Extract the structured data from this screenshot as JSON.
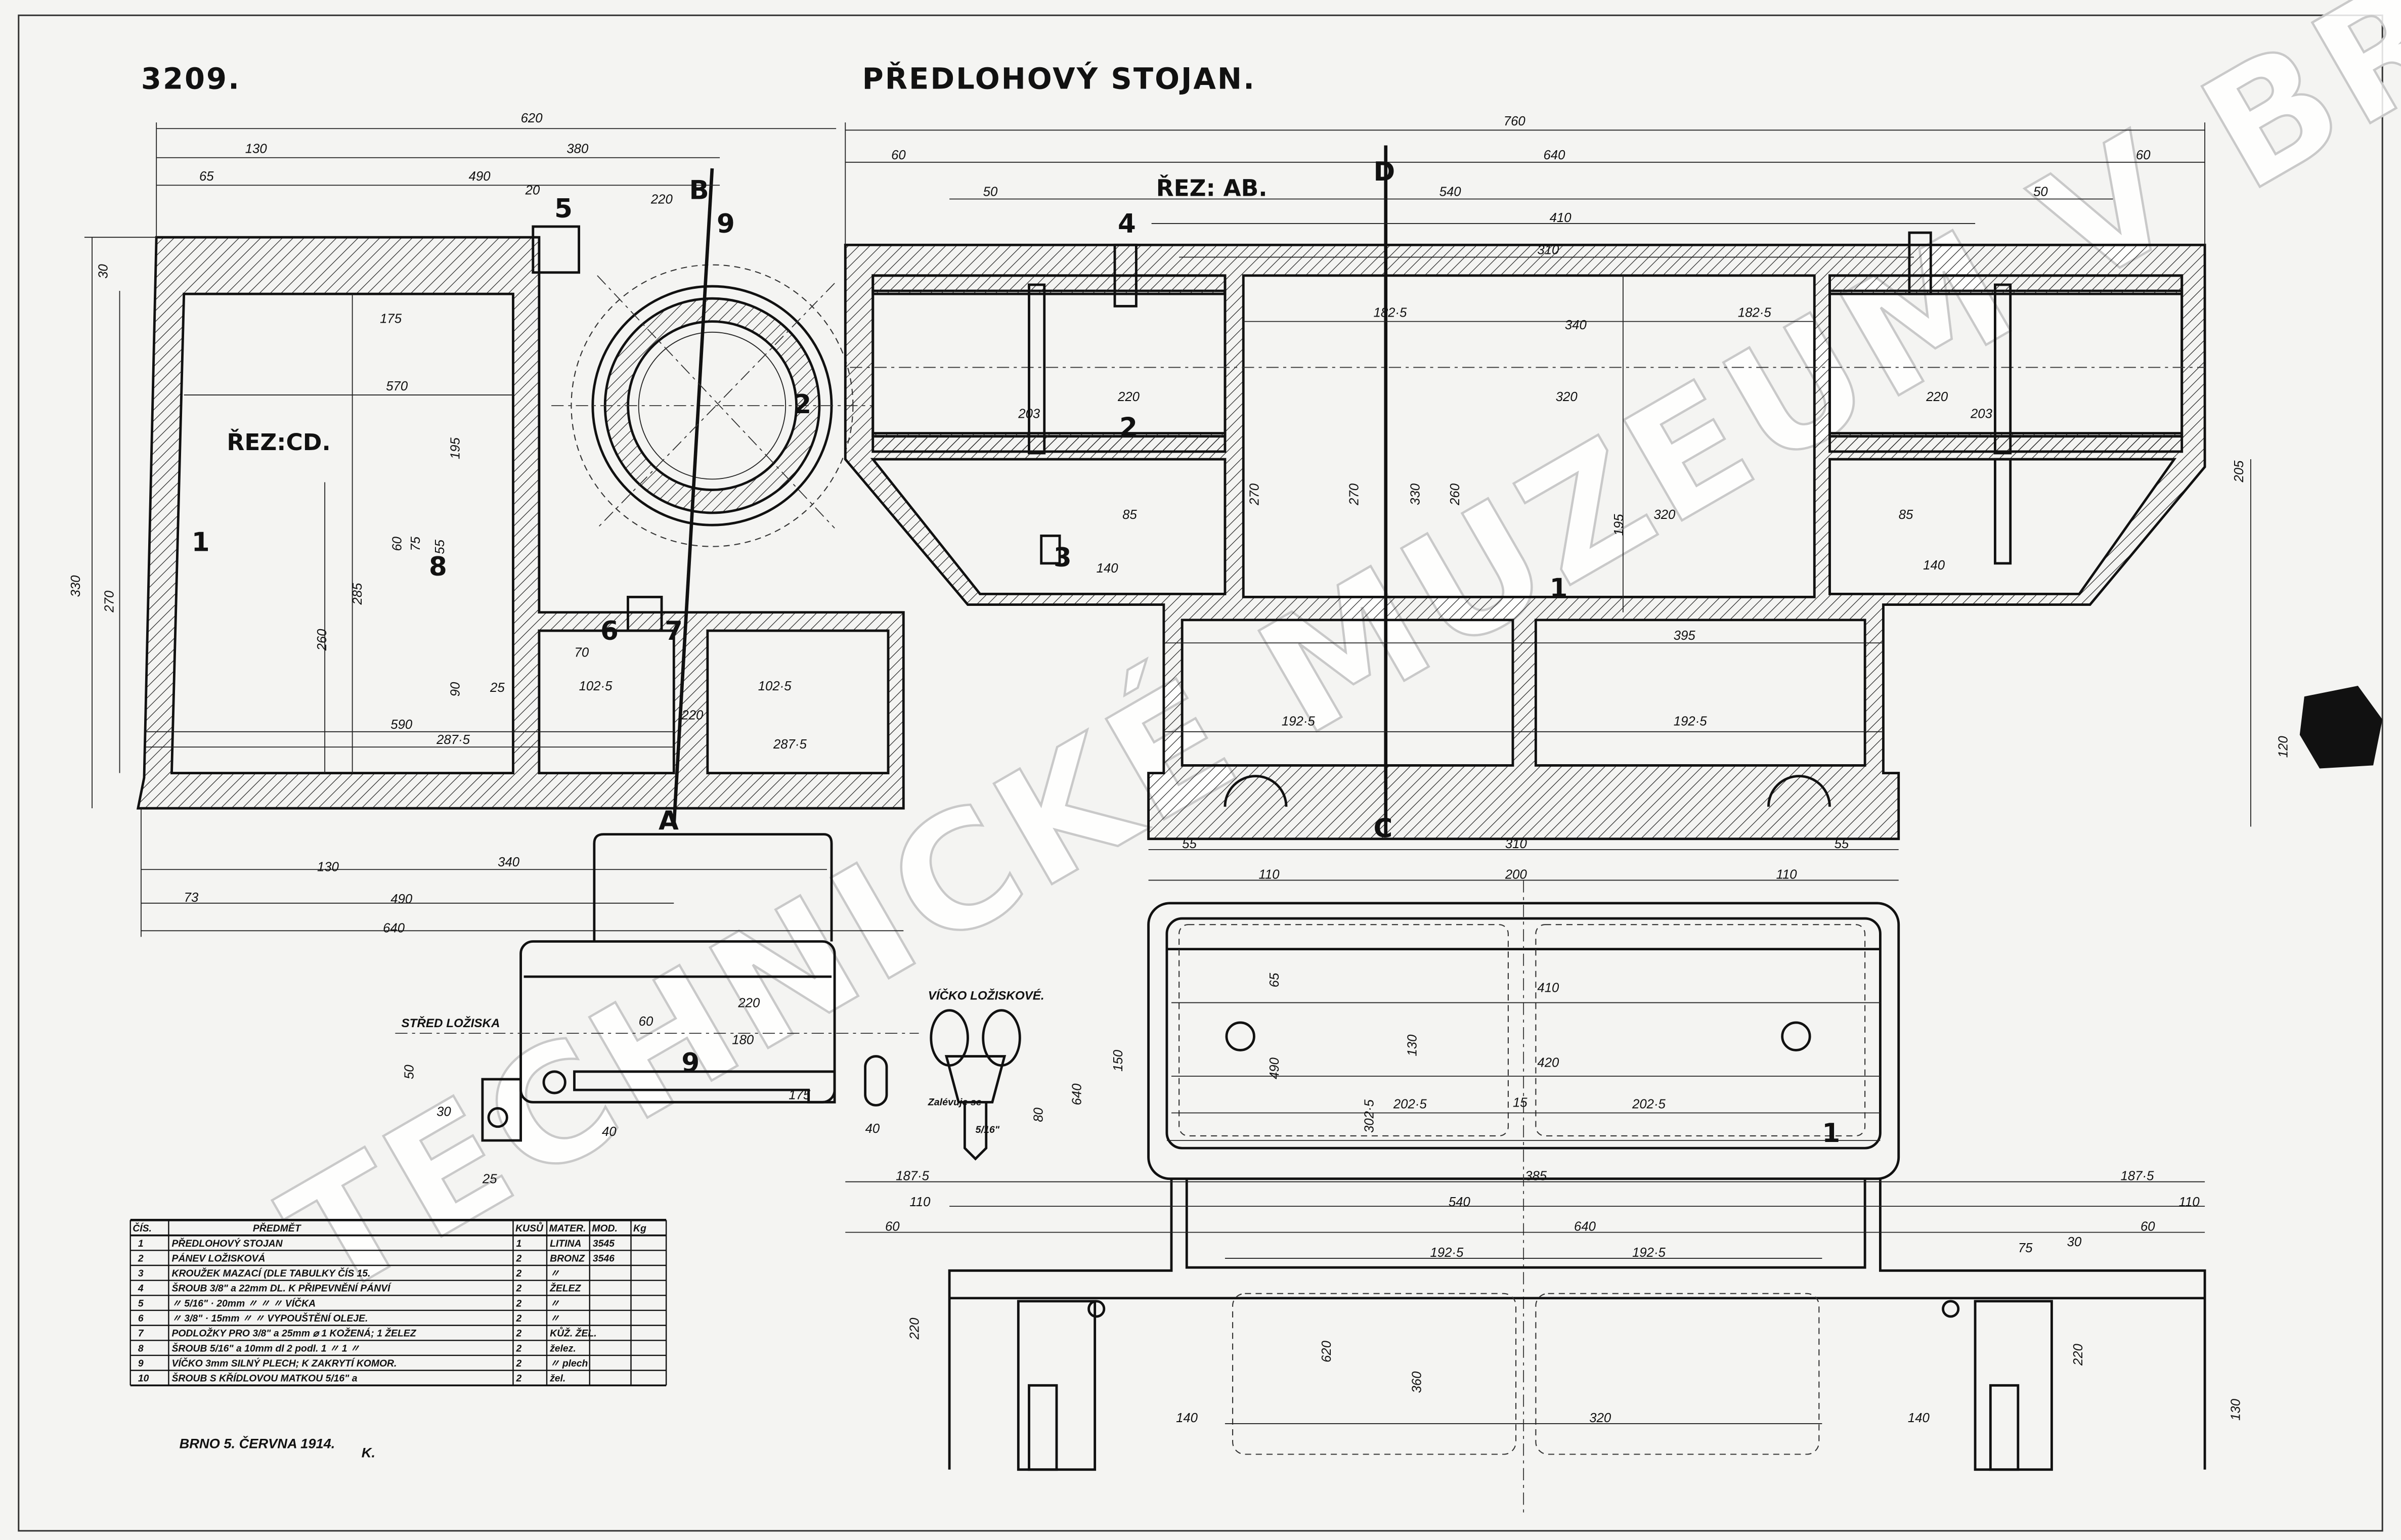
{
  "sheet": {
    "number": "3209.",
    "title": "PŘEDLOHOVÝ STOJAN.",
    "date": "BRNO 5. ČERVNA 1914.",
    "initial": "K."
  },
  "sections": {
    "cd": "ŘEZ:CD.",
    "ab": "ŘEZ: AB."
  },
  "section_marks": {
    "a": "A",
    "b": "B",
    "c": "C",
    "d": "D"
  },
  "annotations": {
    "bearing_center": "STŘED LOŽISKA",
    "bearing_lid": "VÍČKO LOŽISKOVÉ.",
    "poured": "Zalévuje se",
    "thread": "5/16\""
  },
  "callouts": [
    "1",
    "2",
    "5",
    "9",
    "6",
    "7",
    "8",
    "4",
    "2",
    "3",
    "1",
    "9",
    "1"
  ],
  "dims": [
    "620",
    "130",
    "380",
    "65",
    "490",
    "20",
    "220",
    "30",
    "175",
    "570",
    "330",
    "270",
    "285",
    "260",
    "195",
    "60",
    "75",
    "55",
    "90",
    "25",
    "70",
    "102·5",
    "102·5",
    "220",
    "590",
    "287·5",
    "287·5",
    "130",
    "340",
    "73",
    "490",
    "640",
    "760",
    "60",
    "640",
    "60",
    "50",
    "540",
    "50",
    "410",
    "310",
    "182·5",
    "340",
    "182·5",
    "220",
    "203",
    "320",
    "220",
    "203",
    "85",
    "320",
    "85",
    "140",
    "140",
    "395",
    "192·5",
    "192·5",
    "195",
    "270",
    "270",
    "330",
    "260",
    "120",
    "205",
    "55",
    "310",
    "55",
    "110",
    "200",
    "110",
    "410",
    "420",
    "202·5",
    "15",
    "202·5",
    "130",
    "302·5",
    "490",
    "65",
    "150",
    "640",
    "187·5",
    "385",
    "187·5",
    "110",
    "540",
    "110",
    "60",
    "640",
    "75",
    "30",
    "60",
    "192·5",
    "192·5",
    "320",
    "140",
    "140",
    "620",
    "360",
    "220",
    "220",
    "130",
    "220",
    "180",
    "175",
    "60",
    "50",
    "40",
    "40",
    "25",
    "30",
    "80"
  ],
  "parts_table": {
    "headers": [
      "ČÍS.",
      "PŘEDMĚT",
      "KUSŮ",
      "MATER.",
      "MOD.",
      "Kg"
    ],
    "rows": [
      [
        "1",
        "PŘEDLOHOVÝ STOJAN",
        "1",
        "LITINA",
        "3545",
        ""
      ],
      [
        "2",
        "PÁNEV LOŽISKOVÁ",
        "2",
        "BRONZ",
        "3546",
        ""
      ],
      [
        "3",
        "KROUŽEK MAZACÍ (DLE TABULKY ČÍS 15.",
        "2",
        "〃",
        "",
        ""
      ],
      [
        "4",
        "ŠROUB 3/8\" a 22mm DL. K PŘIPEVNĚNÍ PÁNVÍ",
        "2",
        "ŽELEZ",
        "",
        ""
      ],
      [
        "5",
        "〃   5/16\" · 20mm 〃 〃 〃   VÍČKA",
        "2",
        "〃",
        "",
        ""
      ],
      [
        "6",
        "〃   3/8\" · 15mm 〃 〃 VYPOUŠTĚNÍ OLEJE.",
        "2",
        "〃",
        "",
        ""
      ],
      [
        "7",
        "PODLOŽKY PRO 3/8\" a 25mm ⌀ 1 KOŽENÁ; 1 ŽELEZ",
        "2",
        "KŮŽ. ŽEL.",
        "",
        ""
      ],
      [
        "8",
        "ŠROUB 5/16\" a 10mm dl 2 podl. 1 〃 1 〃",
        "2",
        "želez.",
        "",
        ""
      ],
      [
        "9",
        "VÍČKO 3mm SILNÝ PLECH; K ZAKRYTÍ KOMOR.",
        "2",
        "〃 plech",
        "",
        ""
      ],
      [
        "10",
        "ŠROUB S KŘÍDLOVOU MATKOU 5/16\" a",
        "2",
        "žel.",
        "",
        ""
      ]
    ]
  },
  "watermark": "TECHNICKÉ MUZEUM V BRNĚ",
  "colors": {
    "paper": "#f4f4f2",
    "ink": "#111111",
    "watermark": "#c9c9c9"
  }
}
